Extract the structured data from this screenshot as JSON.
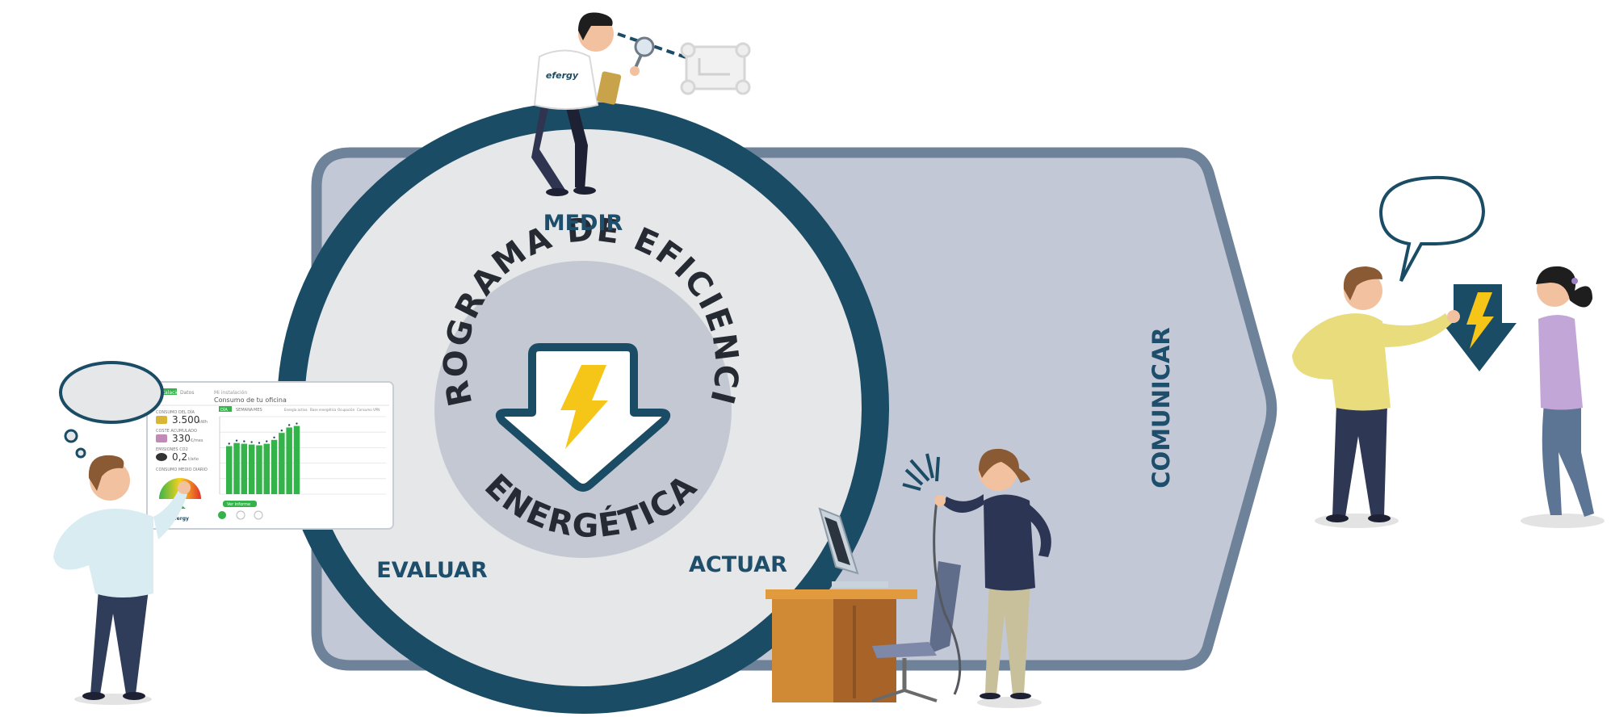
{
  "diagram": {
    "center_title_top": "PROGRAMA DE EFICIENCIA",
    "center_title_bottom": "ENERGÉTICA",
    "stages": {
      "measure": "MEDIR",
      "evaluate": "EVALUAR",
      "act": "ACTUAR",
      "communicate": "COMUNICAR"
    }
  },
  "badges": {
    "shirt_logo": "efergy"
  },
  "dashboard": {
    "tabs": [
      "Instalaciones",
      "Datos"
    ],
    "breadcrumb": "Mi instalación",
    "title": "Consumo de tu oficina",
    "period_tabs": [
      "DÍA",
      "SEMANA",
      "MES"
    ],
    "metrics": [
      {
        "label": "CONSUMO DEL DÍA",
        "value": "3.500",
        "unit": "kWh"
      },
      {
        "label": "COSTE ACUMULADO",
        "value": "330",
        "unit": "€/mes"
      },
      {
        "label": "EMISIONES CO2",
        "value": "0,2",
        "unit": "t/año"
      }
    ],
    "gauge_label": "CONSUMO MEDIO DIARIO",
    "legend_items": [
      "Energía activa",
      "Base energética",
      "Ocupación",
      "Consumo VPN"
    ],
    "button_label": "Ver informe",
    "brand": "efergy",
    "chart_data": {
      "type": "bar",
      "values": [
        62,
        66,
        65,
        64,
        63,
        65,
        70,
        79,
        86,
        88
      ],
      "ylim": [
        0,
        100
      ],
      "grid": true
    }
  },
  "colors": {
    "ring": "#1b4c66",
    "circle_fill": "#e6e7e8",
    "center_disc": "#c3c8d3",
    "arrow_band": "#c3c8d6",
    "arrow_band_border": "#6e8399",
    "bolt": "#f5c518",
    "label_text": "#1d4e6b",
    "chart_bar": "#33b34a"
  }
}
